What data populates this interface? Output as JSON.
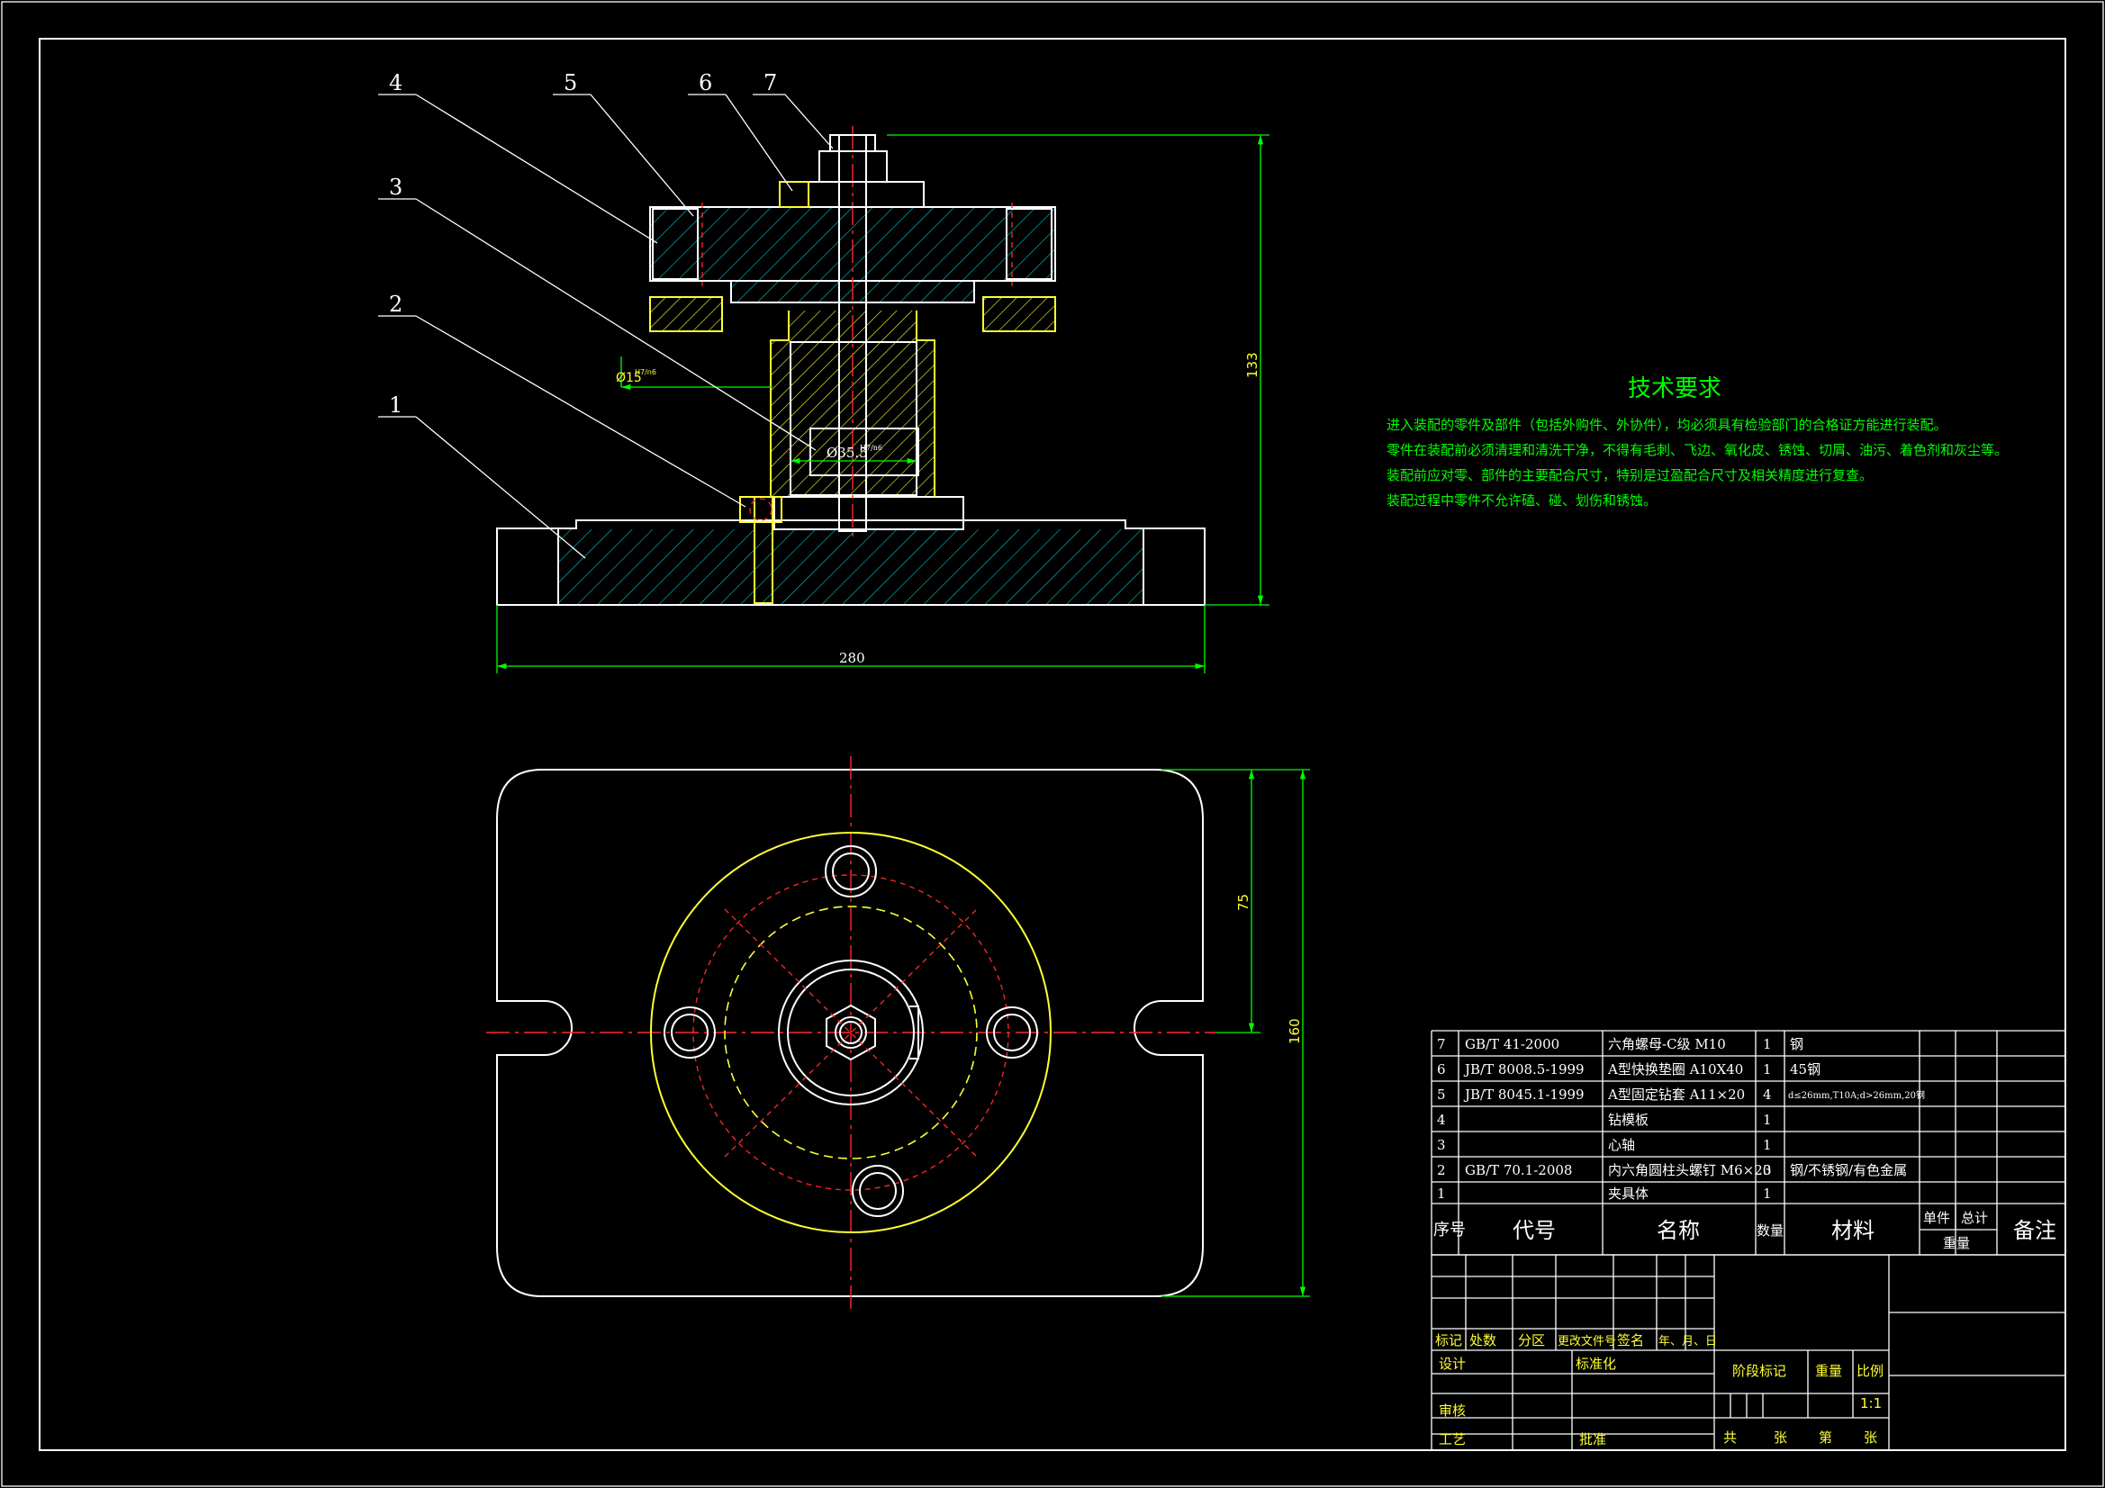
{
  "balloons": [
    "1",
    "2",
    "3",
    "4",
    "5",
    "6",
    "7"
  ],
  "dimensions": {
    "height_total": "133",
    "width_total": "280",
    "dia_small": "Ø15",
    "dia_small_tol": "H7/n6",
    "dia_bore": "Ø35.5",
    "dia_bore_tol": "H7/n6",
    "plan_half": "75",
    "plan_full": "160"
  },
  "tech_requirements": {
    "title": "技术要求",
    "lines": [
      "进入装配的零件及部件（包括外购件、外协件），均必须具有检验部门的合格证方能进行装配。",
      "零件在装配前必须清理和清洗干净，不得有毛刺、飞边、氧化皮、锈蚀、切屑、油污、着色剂和灰尘等。",
      "装配前应对零、部件的主要配合尺寸，特别是过盈配合尺寸及相关精度进行复查。",
      "装配过程中零件不允许磕、碰、划伤和锈蚀。"
    ]
  },
  "bom": {
    "rows": [
      {
        "no": "7",
        "code": "GB/T 41-2000",
        "name": "六角螺母-C级 M10",
        "qty": "1",
        "material": "钢"
      },
      {
        "no": "6",
        "code": "JB/T 8008.5-1999",
        "name": "A型快换垫圈 A10X40",
        "qty": "1",
        "material": "45钢"
      },
      {
        "no": "5",
        "code": "JB/T 8045.1-1999",
        "name": "A型固定钻套 A11×20",
        "qty": "4",
        "material": "d≤26mm,T10A;d>26mm,20钢"
      },
      {
        "no": "4",
        "code": "",
        "name": "钻模板",
        "qty": "1",
        "material": ""
      },
      {
        "no": "3",
        "code": "",
        "name": "心轴",
        "qty": "1",
        "material": ""
      },
      {
        "no": "2",
        "code": "GB/T 70.1-2008",
        "name": "内六角圆柱头螺钉 M6×20",
        "qty": "3",
        "material": "钢/不锈钢/有色金属"
      },
      {
        "no": "1",
        "code": "",
        "name": "夹具体",
        "qty": "1",
        "material": ""
      }
    ],
    "header": {
      "no": "序号",
      "code": "代号",
      "name": "名称",
      "qty": "数量",
      "material": "材料",
      "unit": "单件",
      "total": "总计",
      "weight": "重量",
      "remark": "备注"
    }
  },
  "title_block": {
    "marks": "标记",
    "count": "处数",
    "zone": "分区",
    "change_doc": "更改文件号",
    "signature": "签名",
    "date": "年、月、日",
    "design": "设计",
    "standardize": "标准化",
    "stage_mark": "阶段标记",
    "mass": "重量",
    "scale": "比例",
    "scale_value": "1:1",
    "review": "审核",
    "process": "工艺",
    "approve": "批准",
    "sheets_total": "共",
    "sheets_unit1": "张",
    "sheet_no": "第",
    "sheets_unit2": "张"
  }
}
